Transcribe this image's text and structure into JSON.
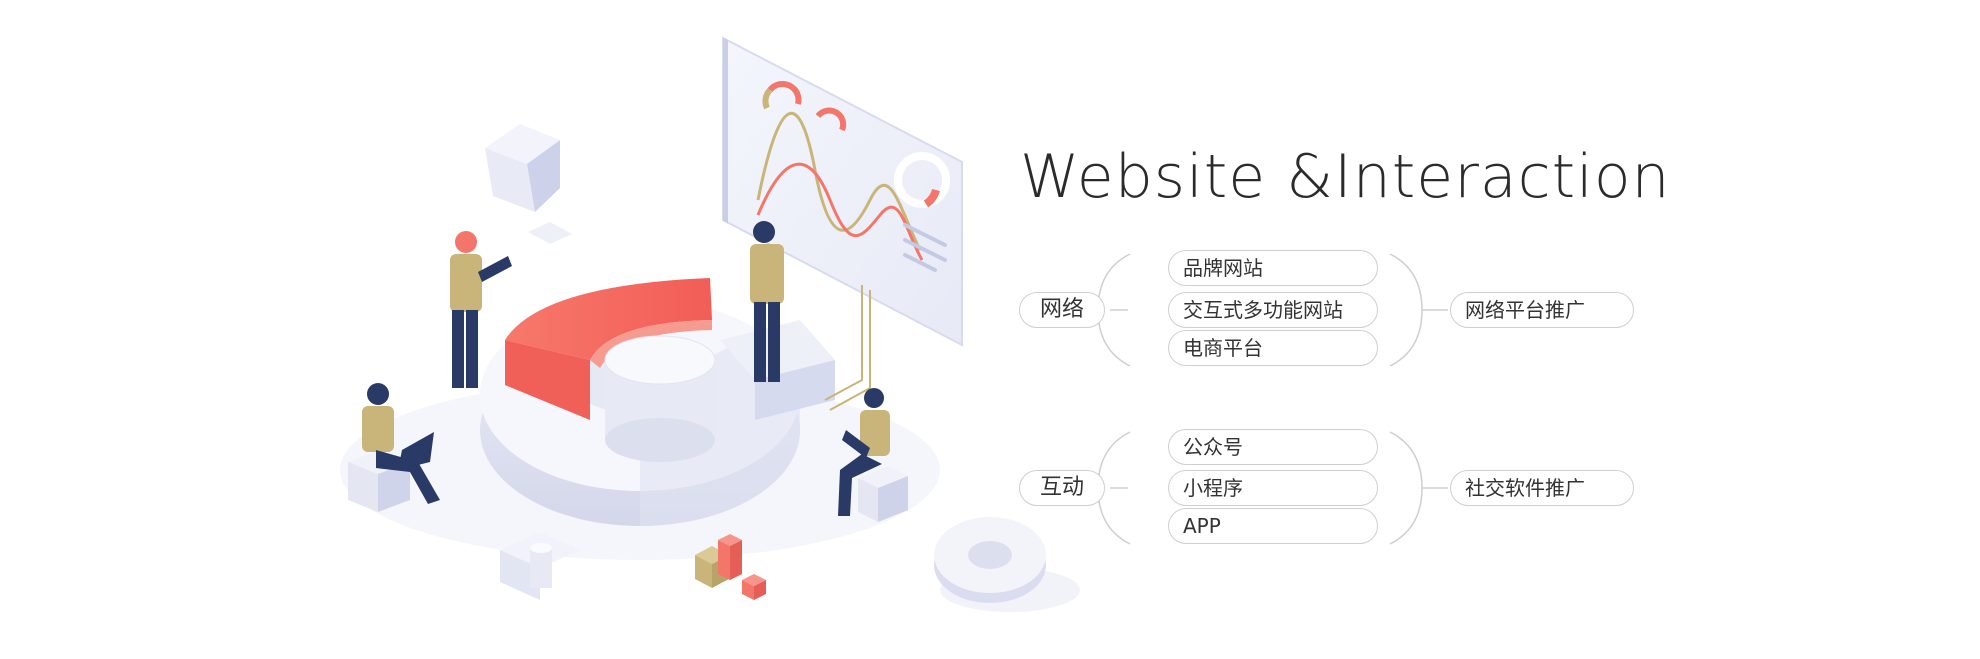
{
  "title": "Website &Interaction",
  "groups": [
    {
      "category": "网络",
      "items": [
        "品牌网站",
        "交互式多功能网站",
        "电商平台"
      ],
      "promotion": "网络平台推广"
    },
    {
      "category": "互动",
      "items": [
        "公众号",
        "小程序",
        "APP"
      ],
      "promotion": "社交软件推广"
    }
  ],
  "colors": {
    "accent": "#f4766a",
    "figure_shirt": "#c9b57a",
    "figure_pants": "#2a3a66",
    "block": "#e5e7f4"
  }
}
